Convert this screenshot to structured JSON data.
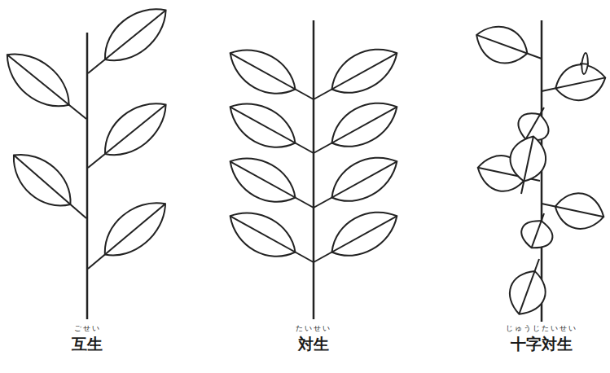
{
  "diagram": {
    "labels": [
      "ごせい",
      "互生",
      "たいせい",
      "対生",
      "じゅうじたいせい",
      "十字対生"
    ]
  }
}
